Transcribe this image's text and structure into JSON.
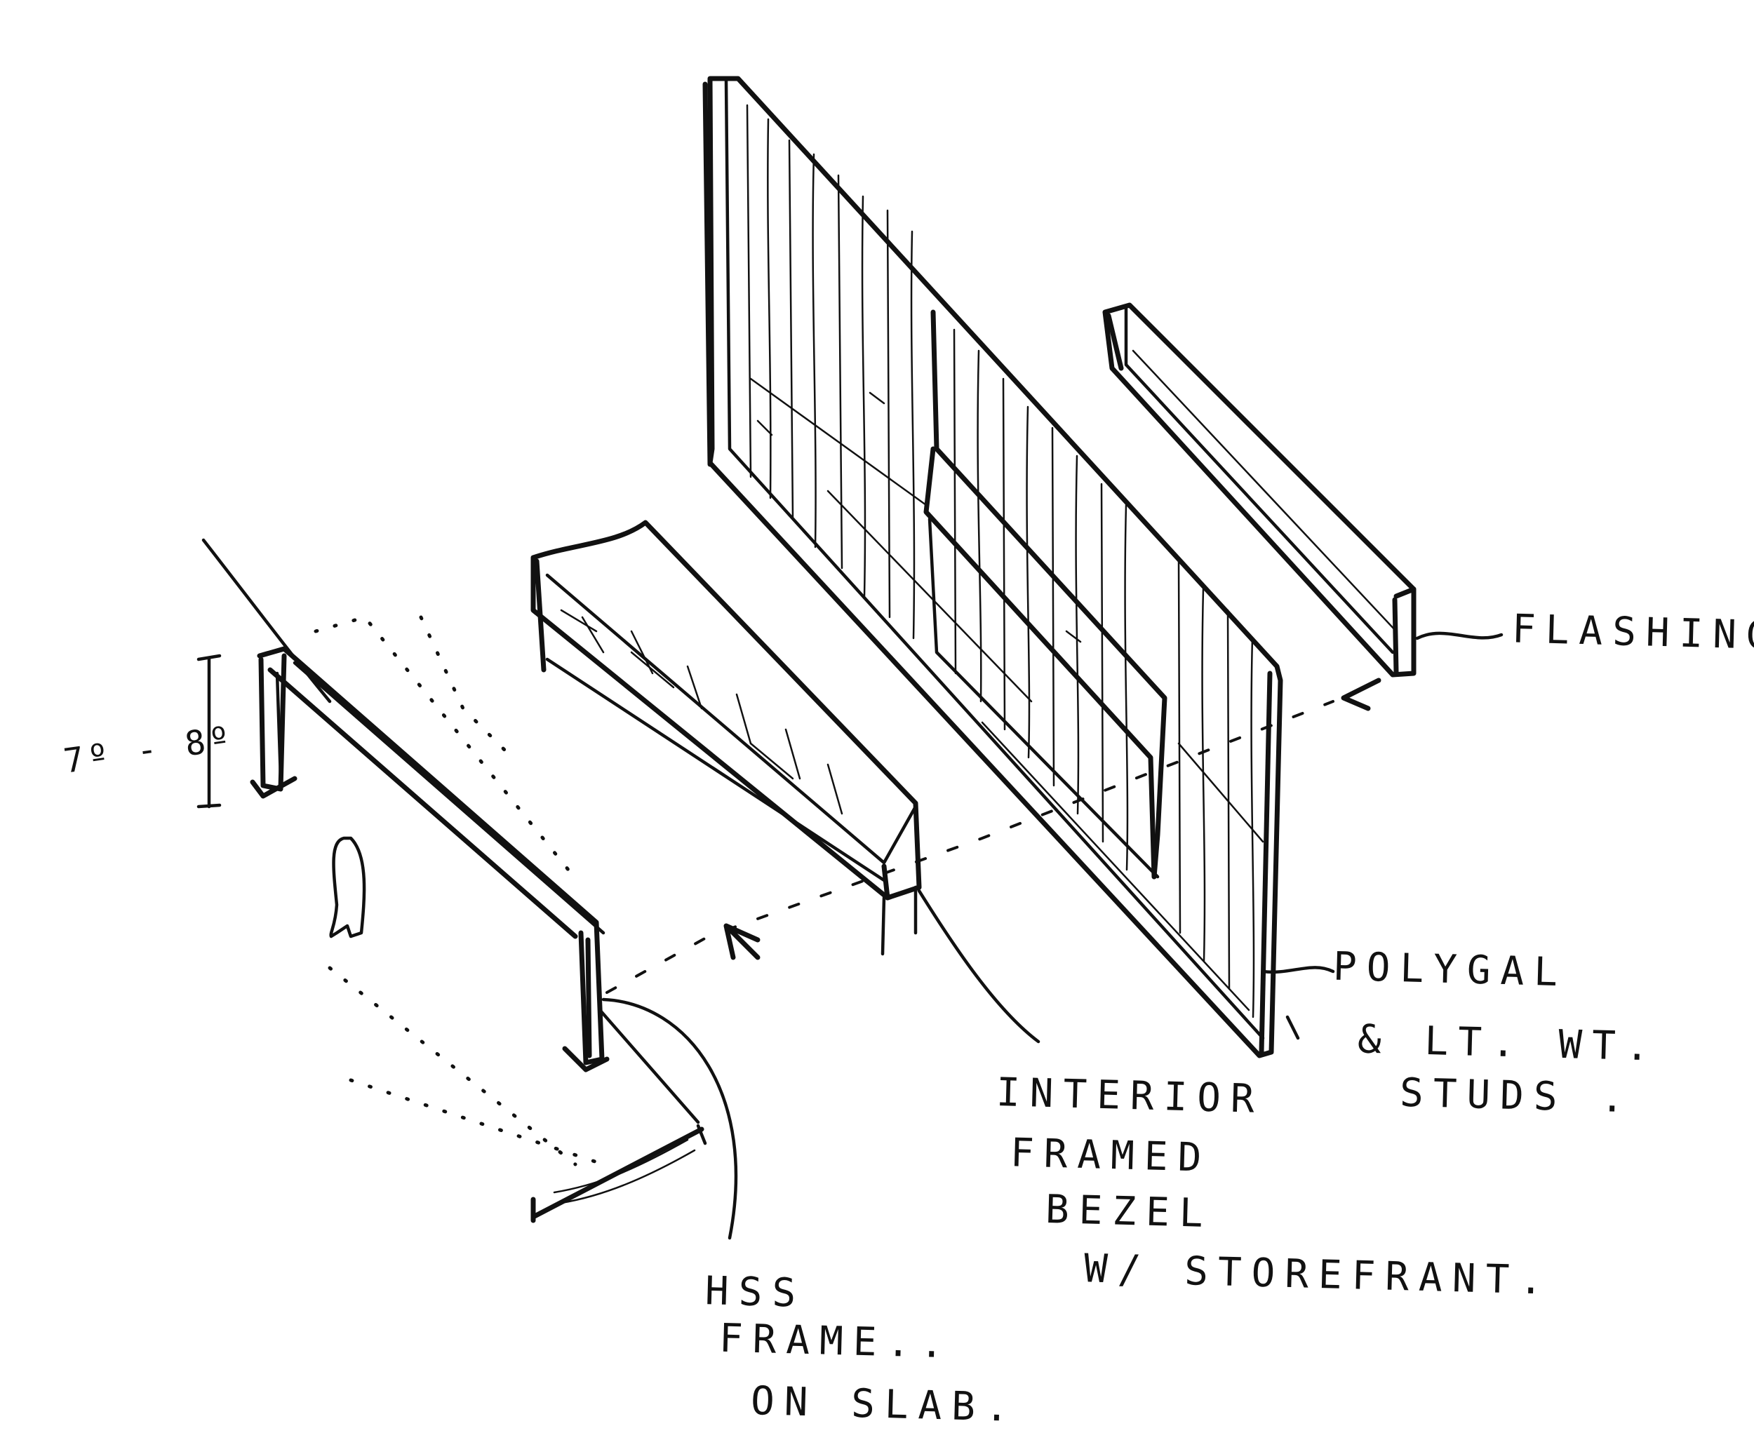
{
  "labels": {
    "dimension": "7º - 8º",
    "flashing": "FLASHING.",
    "polygal_line1": "POLYGAL",
    "polygal_line2": "& LT. WT.",
    "polygal_line3": "STUDS .",
    "interior_line1": "INTERIOR",
    "interior_line2": "FRAMED",
    "interior_line3": "BEZEL",
    "interior_line4": "W/ STOREFRANT.",
    "hss_line1": "HSS",
    "hss_line2": "FRAME..",
    "hss_line3": "ON SLAB."
  },
  "colors": {
    "ink": "#111111",
    "paper": "#ffffff"
  },
  "icons": [
    "arrow-icon"
  ]
}
